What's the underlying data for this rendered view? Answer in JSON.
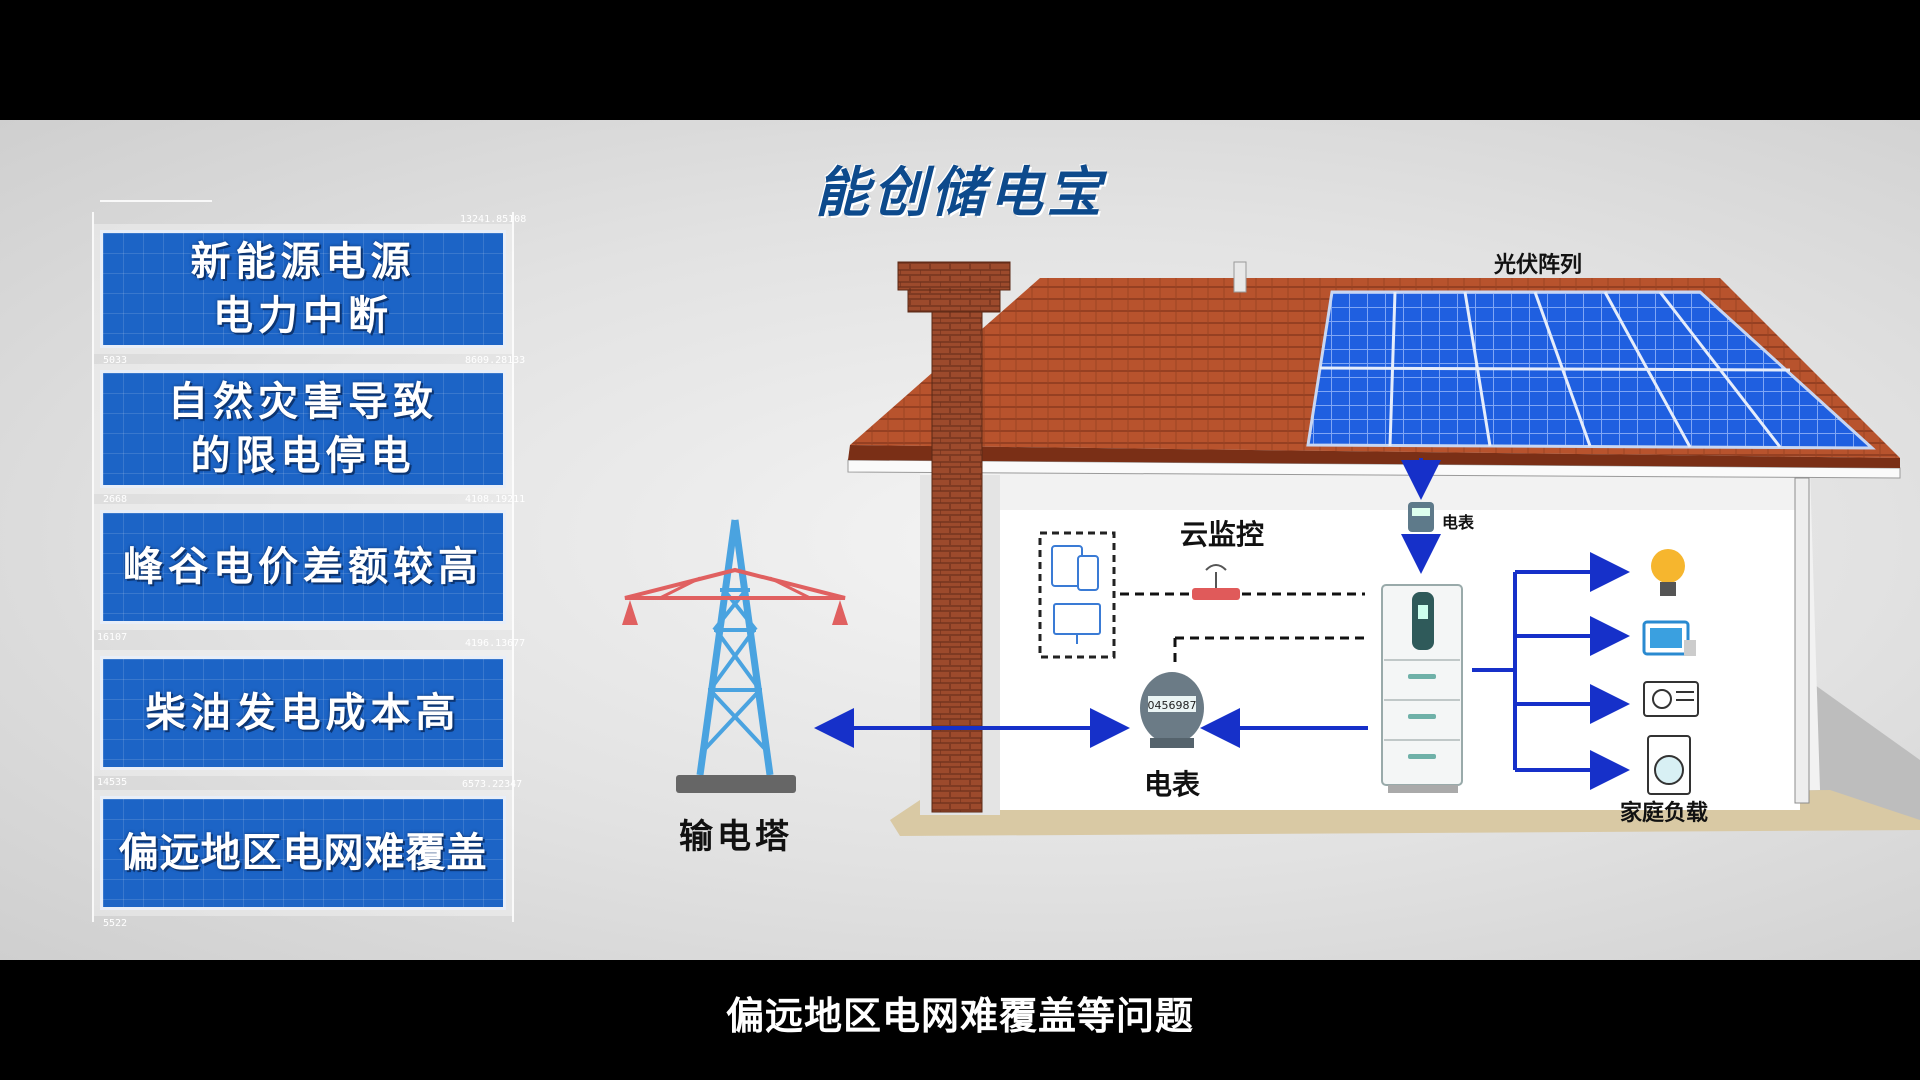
{
  "title": "能创储电宝",
  "panels": [
    {
      "line1": "新能源电源",
      "line2": "电力中断"
    },
    {
      "line1": "自然灾害导致",
      "line2": "的限电停电"
    },
    {
      "line1": "峰谷电价差额较高",
      "line2": ""
    },
    {
      "line1": "柴油发电成本高",
      "line2": ""
    },
    {
      "line1": "偏远地区电网难覆盖",
      "line2": ""
    }
  ],
  "frame_numbers": [
    "13241.85108",
    "5033",
    "8609.28133",
    "2668",
    "4108.19211",
    "16107",
    "4196.13677",
    "14535",
    "6573.22347",
    "5522"
  ],
  "diagram": {
    "pv_array_label": "光伏阵列",
    "meter_small_label": "电表",
    "cloud_label": "云监控",
    "meter_label": "电表",
    "meter_reading": "0456987",
    "tower_label": "输电塔",
    "load_label": "家庭负载"
  },
  "subtitle": "偏远地区电网难覆盖等问题",
  "colors": {
    "panel_blue": "#1c64c6",
    "title_blue": "#0d4a8c",
    "arrow_blue": "#1630c9",
    "solar_blue": "#1f5fe0"
  }
}
